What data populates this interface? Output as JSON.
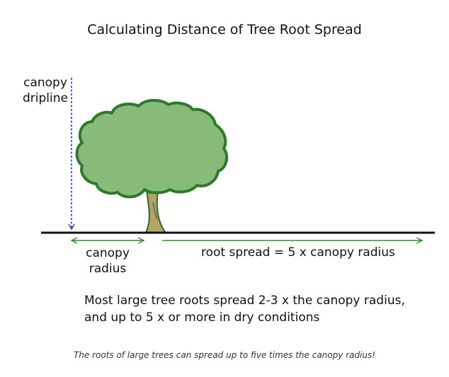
{
  "title": "Calculating Distance of Tree Root Spread",
  "labels": {
    "dripline_line1": "canopy",
    "dripline_line2": "dripline",
    "radius_line1": "canopy",
    "radius_line2": "radius",
    "root_spread": "root spread = 5 x canopy radius"
  },
  "note": {
    "line1": "Most large tree roots spread 2-3 x the canopy radius,",
    "line2": "and up to 5 x or more in dry conditions"
  },
  "caption": "The roots of large trees can spread up to five times the canopy radius!",
  "colors": {
    "canopy_fill": "#86bb7a",
    "canopy_stroke": "#2d7a2a",
    "trunk_fill": "#b5a46a",
    "trunk_stroke": "#3d6e2d",
    "dripline": "#2b3fa6",
    "arrow": "#2f8a2f",
    "ground": "#111111"
  }
}
